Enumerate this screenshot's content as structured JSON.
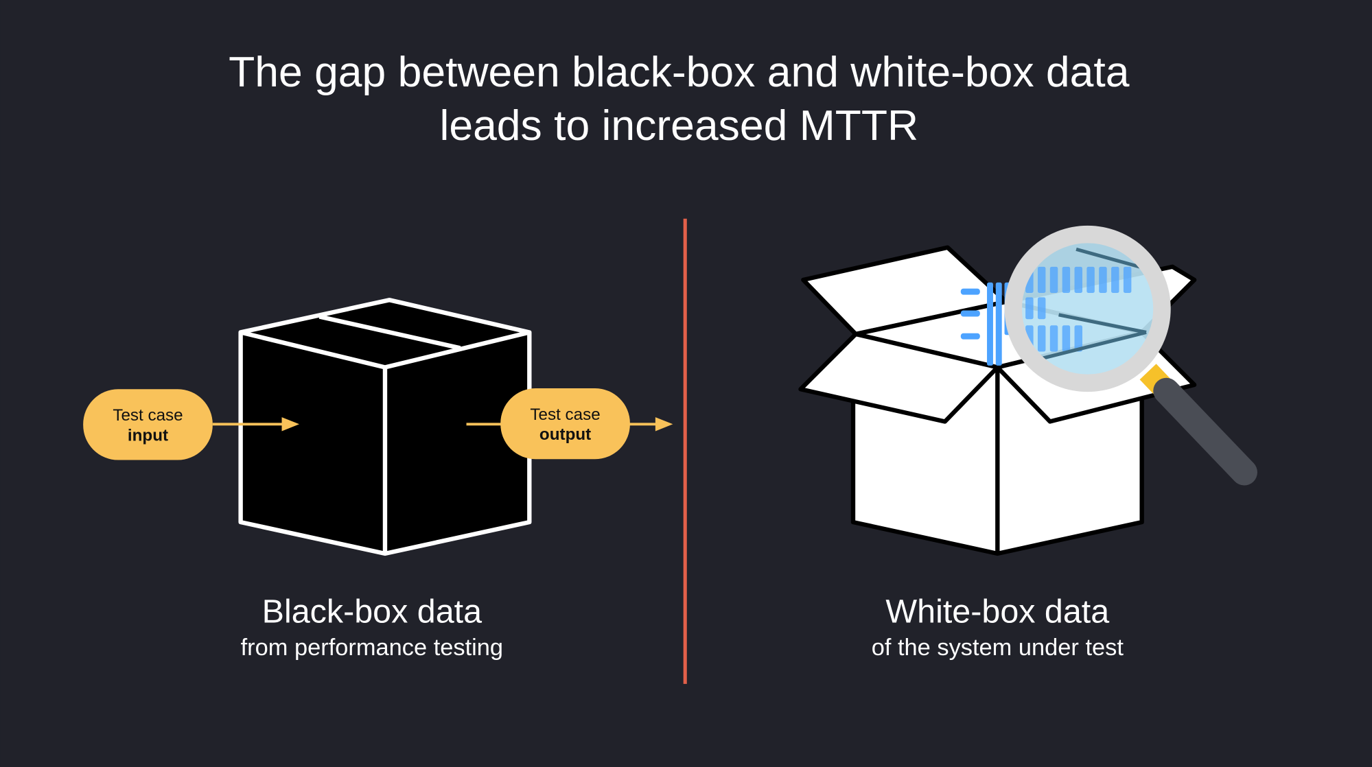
{
  "title": {
    "line1": "The gap between black-box and white-box data",
    "line2": "leads to increased MTTR"
  },
  "left": {
    "input_pill": {
      "line1": "Test case",
      "line2": "input"
    },
    "output_pill": {
      "line1": "Test case",
      "line2": "output"
    },
    "label": "Black-box data",
    "sublabel": "from performance testing"
  },
  "right": {
    "label": "White-box data",
    "sublabel": "of the system under test"
  },
  "colors": {
    "background": "#21222a",
    "pill": "#f9c25a",
    "divider": "#e2604a",
    "bars": "#4da3ff",
    "lens": "#b7e1f2"
  }
}
